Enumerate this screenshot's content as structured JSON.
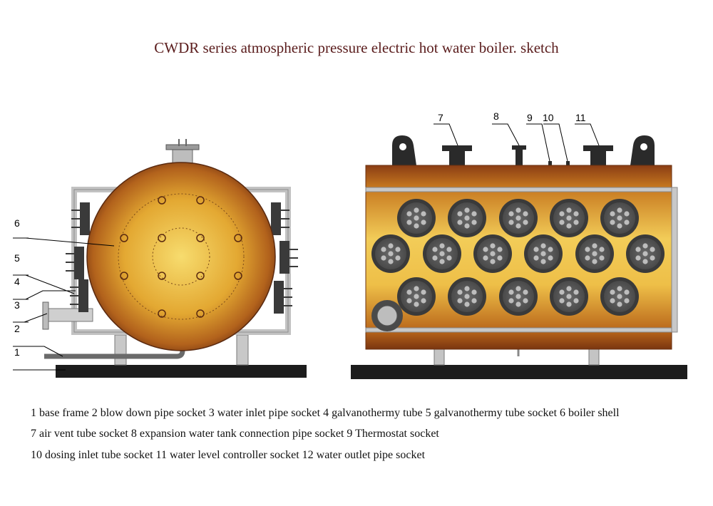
{
  "title": "CWDR  series  atmospheric pressure electric hot water boiler. sketch",
  "labels": {
    "n1": "1",
    "n2": "2",
    "n3": "3",
    "n4": "4",
    "n5": "5",
    "n6": "6",
    "n7": "7",
    "n8": "8",
    "n9": "9",
    "n10": "10",
    "n11": "11"
  },
  "legend": {
    "line1": "1 base frame 2 blow down pipe socket  3 water inlet pipe socket 4 galvanothermy tube 5 galvanothermy tube socket 6 boiler shell",
    "line2": "7 air vent tube socket  8 expansion water tank connection pipe socket  9  Thermostat socket",
    "line3": "10 dosing inlet tube socket 11 water level controller socket 12 water outlet pipe socket"
  },
  "colors": {
    "shell_center": "#f4d260",
    "shell_mid": "#e0a230",
    "shell_edge": "#7a3a12",
    "frame_gray": "#c9c9c9",
    "base_black": "#1a1a1a",
    "flange_dark": "#3c3c3c"
  }
}
